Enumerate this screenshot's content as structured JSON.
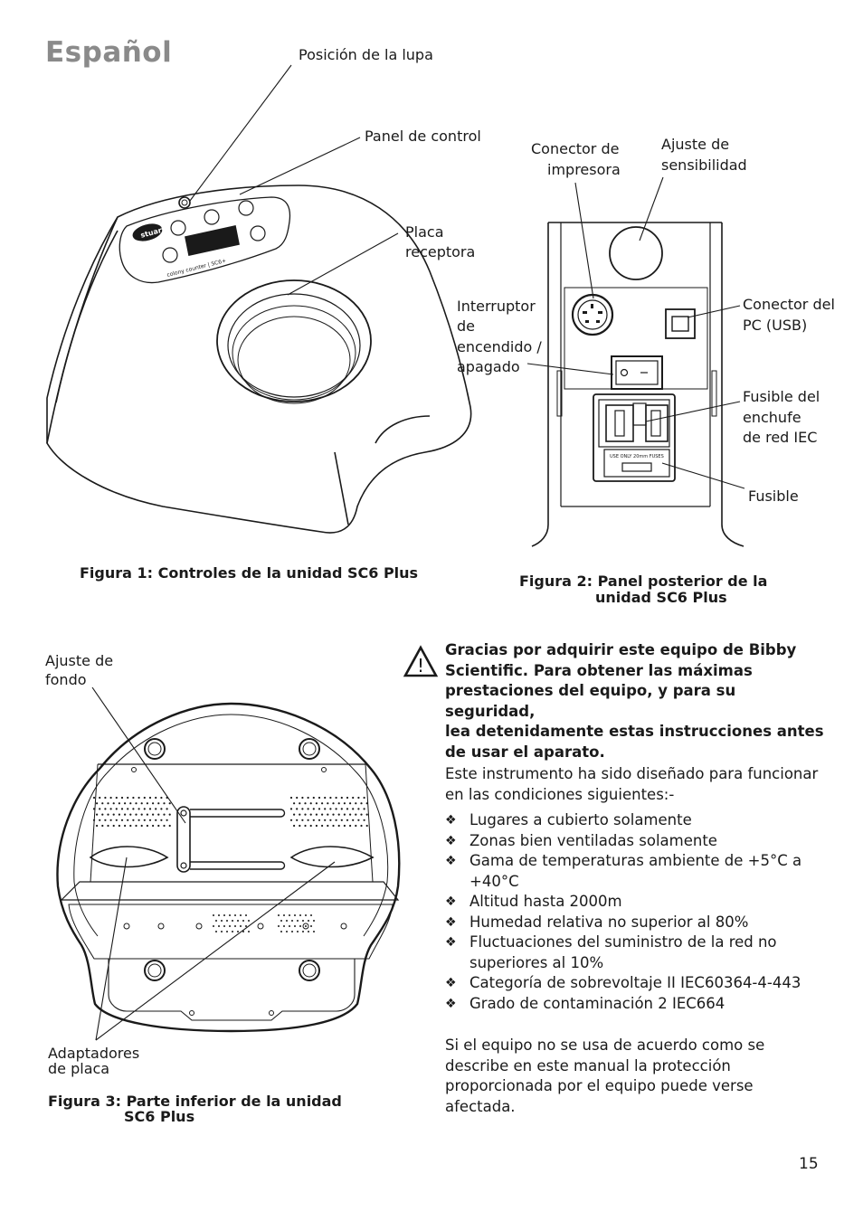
{
  "page": {
    "title": "Español",
    "page_number": "15"
  },
  "figure1": {
    "caption": "Figura 1: Controles de la unidad SC6 Plus",
    "labels": {
      "lupa": "Posición de la lupa",
      "panel": "Panel de control",
      "placa_1": "Placa",
      "placa_2": "receptora"
    },
    "panel_text": {
      "brand": "stuart",
      "model": "colony counter | SC6+"
    }
  },
  "figure2": {
    "caption_1": "Figura 2: Panel posterior de la",
    "caption_2": "unidad SC6 Plus",
    "labels": {
      "impresora_1": "Conector de",
      "impresora_2": "impresora",
      "sensibilidad_1": "Ajuste de",
      "sensibilidad_2": "sensibilidad",
      "interruptor_1": "Interruptor",
      "interruptor_2": "de",
      "interruptor_3": "encendido /",
      "interruptor_4": "apagado",
      "pc_1": "Conector del",
      "pc_2": "PC (USB)",
      "fusible_enchufe_1": "Fusible del",
      "fusible_enchufe_2": "enchufe",
      "fusible_enchufe_3": "de red IEC",
      "fusible": "Fusible"
    },
    "fuse_text": "USE ONLY 20mm FUSES"
  },
  "figure3": {
    "caption_1": "Figura 3: Parte inferior de la unidad",
    "caption_2": "SC6 Plus",
    "labels": {
      "fondo_1": "Ajuste de",
      "fondo_2": "fondo",
      "adaptadores_1": "Adaptadores",
      "adaptadores_2": "de placa"
    }
  },
  "text": {
    "warning_lines": [
      "Gracias por adquirir este equipo de Bibby",
      "Scientific. Para obtener las máximas",
      "prestaciones del equipo, y para su seguridad,",
      "lea detenidamente estas instrucciones antes",
      "de usar el aparato."
    ],
    "intro_lines": [
      "Este instrumento ha sido diseñado para funcionar",
      "en las condiciones siguientes:-"
    ],
    "bullet_glyph": "❖",
    "conditions": [
      "Lugares a cubierto solamente",
      "Zonas bien ventiladas solamente",
      "Gama de temperaturas ambiente de +5°C a +40°C",
      "Altitud hasta 2000m",
      "Humedad relativa no superior al 80%",
      "Fluctuaciones del suministro de la red no superiores al 10%",
      "Categoría de sobrevoltaje II IEC60364-4-443",
      "Grado de contaminación 2 IEC664"
    ],
    "closing_lines": [
      "Si el equipo no se usa de acuerdo como se",
      "describe en este manual la protección",
      "proporcionada por el equipo puede verse",
      "afectada."
    ]
  }
}
